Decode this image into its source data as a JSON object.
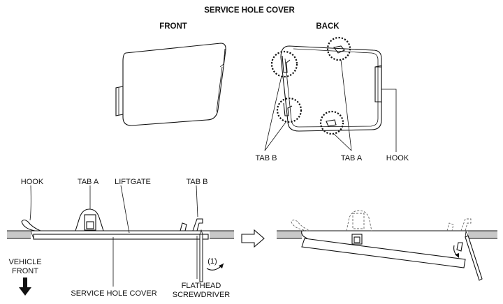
{
  "title": "SERVICE HOLE COVER",
  "top": {
    "front_label": "FRONT",
    "back_label": "BACK",
    "tab_b_label": "TAB B",
    "tab_a_label": "TAB A",
    "hook_label": "HOOK"
  },
  "bottom": {
    "hook_label": "HOOK",
    "tab_a_label": "TAB A",
    "liftgate_label": "LIFTGATE",
    "tab_b_label": "TAB B",
    "vehicle_front_line1": "VEHICLE",
    "vehicle_front_line2": "FRONT",
    "service_hole_cover_label": "SERVICE HOLE COVER",
    "step_marker": "(1)",
    "screwdriver_line1": "FLATHEAD",
    "screwdriver_line2": "SCREWDRIVER"
  }
}
